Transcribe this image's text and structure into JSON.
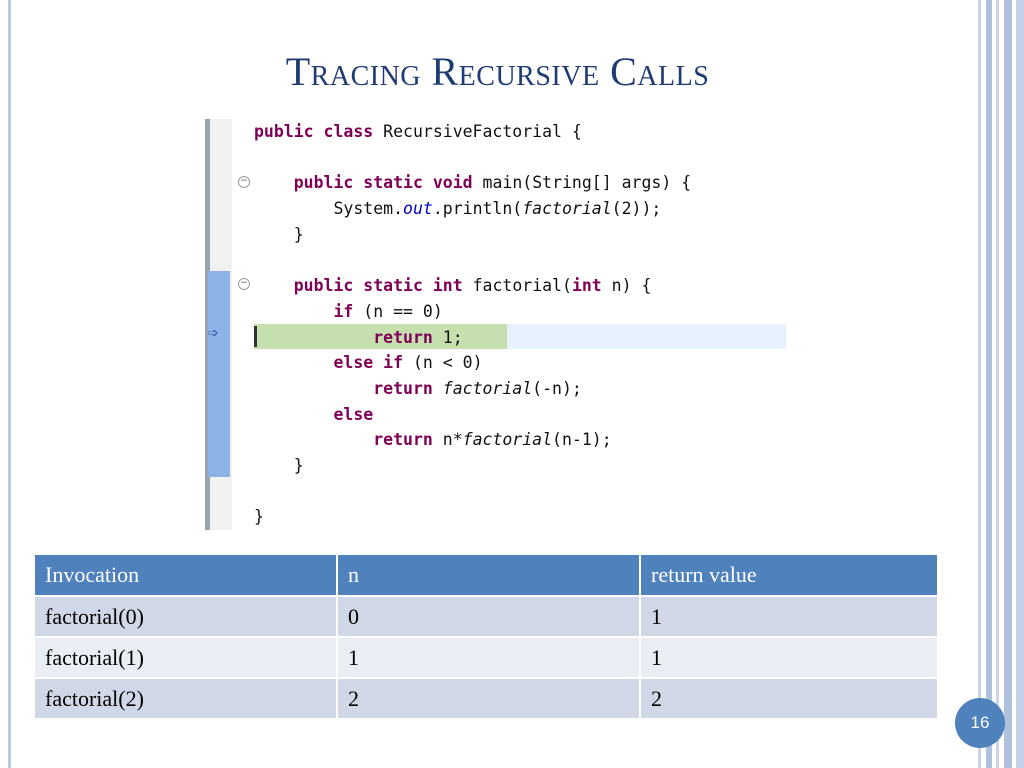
{
  "slide": {
    "title": "Tracing Recursive Calls",
    "page_number": "16"
  },
  "code": {
    "lines": [
      "public class RecursiveFactorial {",
      "",
      "    public static void main(String[] args) {",
      "        System.out.println(factorial(2));",
      "    }",
      "",
      "    public static int factorial(int n) {",
      "        if (n == 0)",
      "            return 1;",
      "        else if (n < 0)",
      "            return factorial(-n);",
      "        else",
      "            return n*factorial(n-1);",
      "    }",
      "",
      "}"
    ],
    "current_line": 9
  },
  "table": {
    "headers": [
      "Invocation",
      "n",
      "return value"
    ],
    "rows": [
      [
        "factorial(0)",
        "0",
        "1"
      ],
      [
        "factorial(1)",
        "1",
        "1"
      ],
      [
        "factorial(2)",
        "2",
        "2"
      ]
    ]
  },
  "colors": {
    "title": "#1f3b73",
    "table_header": "#4f81bd",
    "row_odd": "#d0d8e8",
    "row_even": "#e9edf4",
    "current_line_highlight": "#c6dfae"
  }
}
